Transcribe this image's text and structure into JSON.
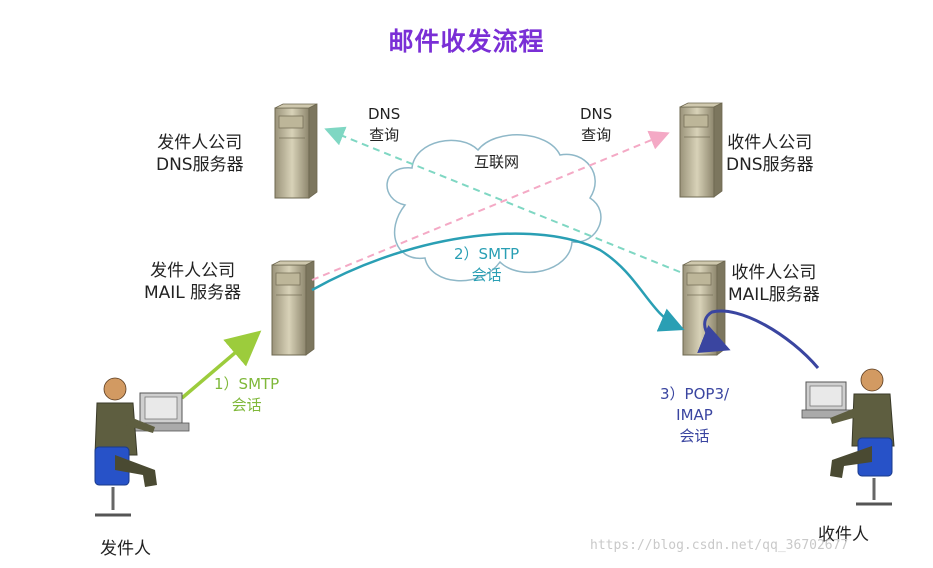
{
  "title": "邮件收发流程",
  "internet_label": "互联网",
  "sender_dns": {
    "line1": "发件人公司",
    "line2": "DNS服务器"
  },
  "receiver_dns": {
    "line1": "收件人公司",
    "line2": "DNS服务器"
  },
  "sender_mail": {
    "line1": "发件人公司",
    "line2": "MAIL 服务器"
  },
  "receiver_mail": {
    "line1": "收件人公司",
    "line2": "MAIL服务器"
  },
  "dns_query_left": {
    "line1": "DNS",
    "line2": "查询"
  },
  "dns_query_right": {
    "line1": "DNS",
    "line2": "查询"
  },
  "step1": {
    "line1": "1）SMTP",
    "line2": "会话"
  },
  "step2": {
    "line1": "2）SMTP",
    "line2": "会话"
  },
  "step3": {
    "line1": "3）POP3/",
    "line2": "IMAP",
    "line3": "会话"
  },
  "sender_label": "发件人",
  "receiver_label": "收件人",
  "watermark": "https://blog.csdn.net/qq_36702677",
  "colors": {
    "title": "#7a2fd6",
    "step1_arrow": "#9ccc3c",
    "step2_arrow": "#2a9fb4",
    "step3_arrow": "#3a45a0",
    "dns_query_sender": "#7fd7c3",
    "dns_query_receiver": "#f4a9c5"
  },
  "icons": [
    "server-tower-icon",
    "cloud-icon",
    "person-at-computer-icon"
  ]
}
